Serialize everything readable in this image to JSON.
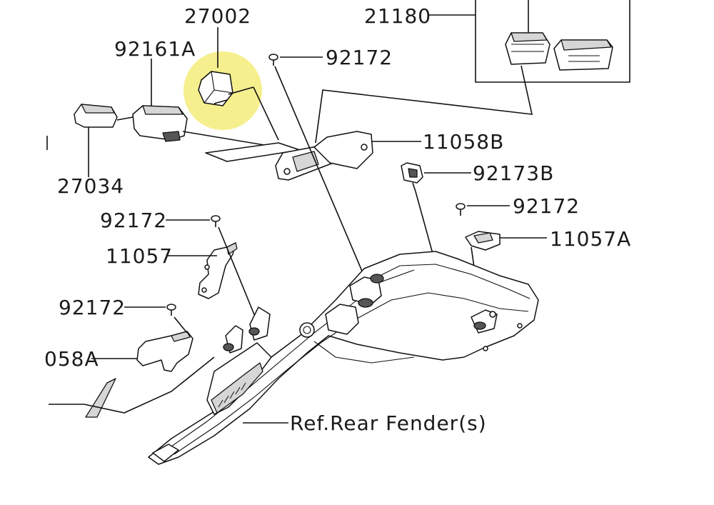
{
  "diagram": {
    "highlight_color": "#f4ec7a",
    "callouts": {
      "p27002": "27002",
      "p21180": "21180",
      "p92161A": "92161A",
      "p92172_top": "92172",
      "p11058B": "11058B",
      "p27034": "27034",
      "p92173B": "92173B",
      "p92172_right": "92172",
      "p92172_left_upper": "92172",
      "p11057A": "11057A",
      "p11057": "11057",
      "p92172_left_lower": "92172",
      "p11058A_partial": "058A",
      "ref_rear_fender": "Ref.Rear Fender(s)"
    }
  }
}
